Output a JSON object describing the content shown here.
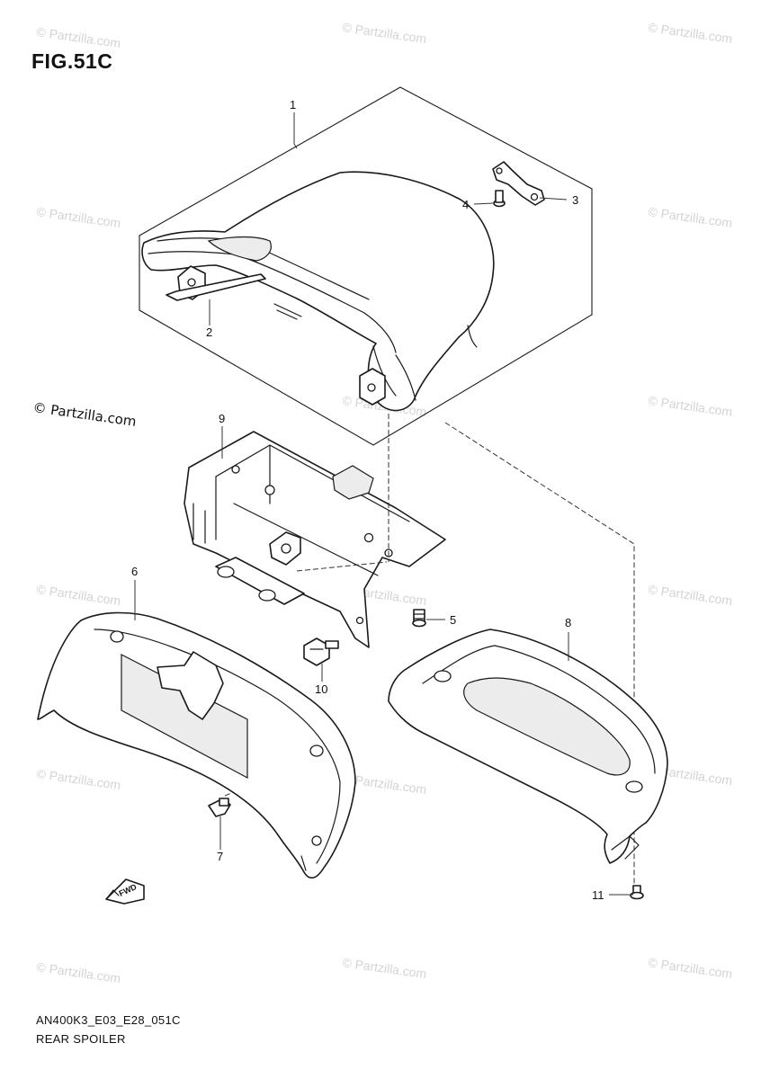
{
  "figure": {
    "title": "FIG.51C",
    "copyright": "© Partzilla.com",
    "model_code": "AN400K3_E03_E28_051C",
    "section_name": "REAR SPOILER",
    "watermark_text": "© Partzilla.com",
    "forward_marker": "FWD"
  },
  "callouts": [
    {
      "id": "1",
      "label": "1"
    },
    {
      "id": "2",
      "label": "2"
    },
    {
      "id": "3",
      "label": "3"
    },
    {
      "id": "4",
      "label": "4"
    },
    {
      "id": "5",
      "label": "5"
    },
    {
      "id": "6",
      "label": "6"
    },
    {
      "id": "7",
      "label": "7"
    },
    {
      "id": "8",
      "label": "8"
    },
    {
      "id": "9",
      "label": "9"
    },
    {
      "id": "10",
      "label": "10"
    },
    {
      "id": "11",
      "label": "11"
    }
  ],
  "colors": {
    "line": "#1a1a1a",
    "watermark": "#d4d4d4",
    "background": "#ffffff"
  }
}
